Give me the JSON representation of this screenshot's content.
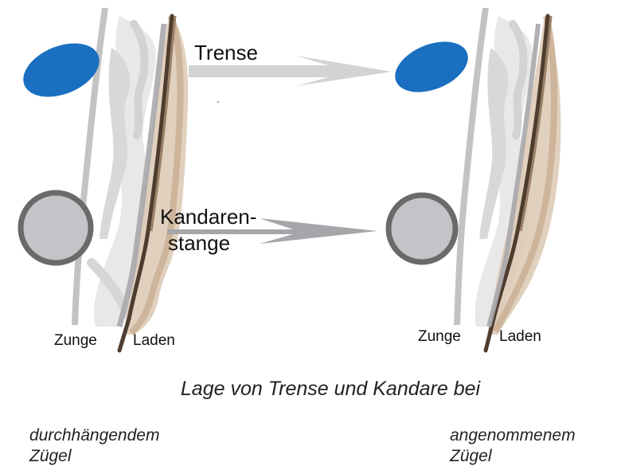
{
  "labels": {
    "trense": "Trense",
    "kandaren_line1": "Kandaren-",
    "kandaren_line2": "stange",
    "left_zunge": "Zunge",
    "left_laden": "Laden",
    "right_zunge": "Zunge",
    "right_laden": "Laden"
  },
  "caption": {
    "main": "Lage von Trense und Kandare bei",
    "left_line1": "durchhängendem",
    "left_line2": "Zügel",
    "right_line1": "angenommenem",
    "right_line2": "Zügel"
  },
  "colors": {
    "trense_blue": "#1a6fc0",
    "kandare_fill": "#c4c4c8",
    "kandare_ring": "#6a6a6a",
    "arrow_light": "#d3d3d6",
    "arrow_dark": "#a5a5aa",
    "jaw_brown": "#6e5640",
    "gum_tan": "#d9c4ac"
  }
}
